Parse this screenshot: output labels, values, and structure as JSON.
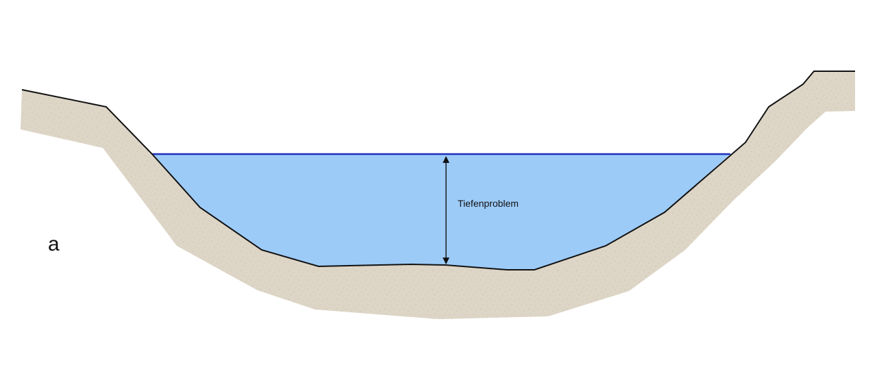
{
  "figure": {
    "panel_label": "a",
    "depth_label": "Tiefenproblem"
  },
  "colors": {
    "water": "#9ccbf8",
    "water_surface": "#1f2fb8",
    "sediment": "#ddd5c6",
    "sediment_speckle": "#c9bfad",
    "outline": "#111111"
  },
  "icons": {
    "depth_marker": "double-headed-vertical-arrow"
  }
}
